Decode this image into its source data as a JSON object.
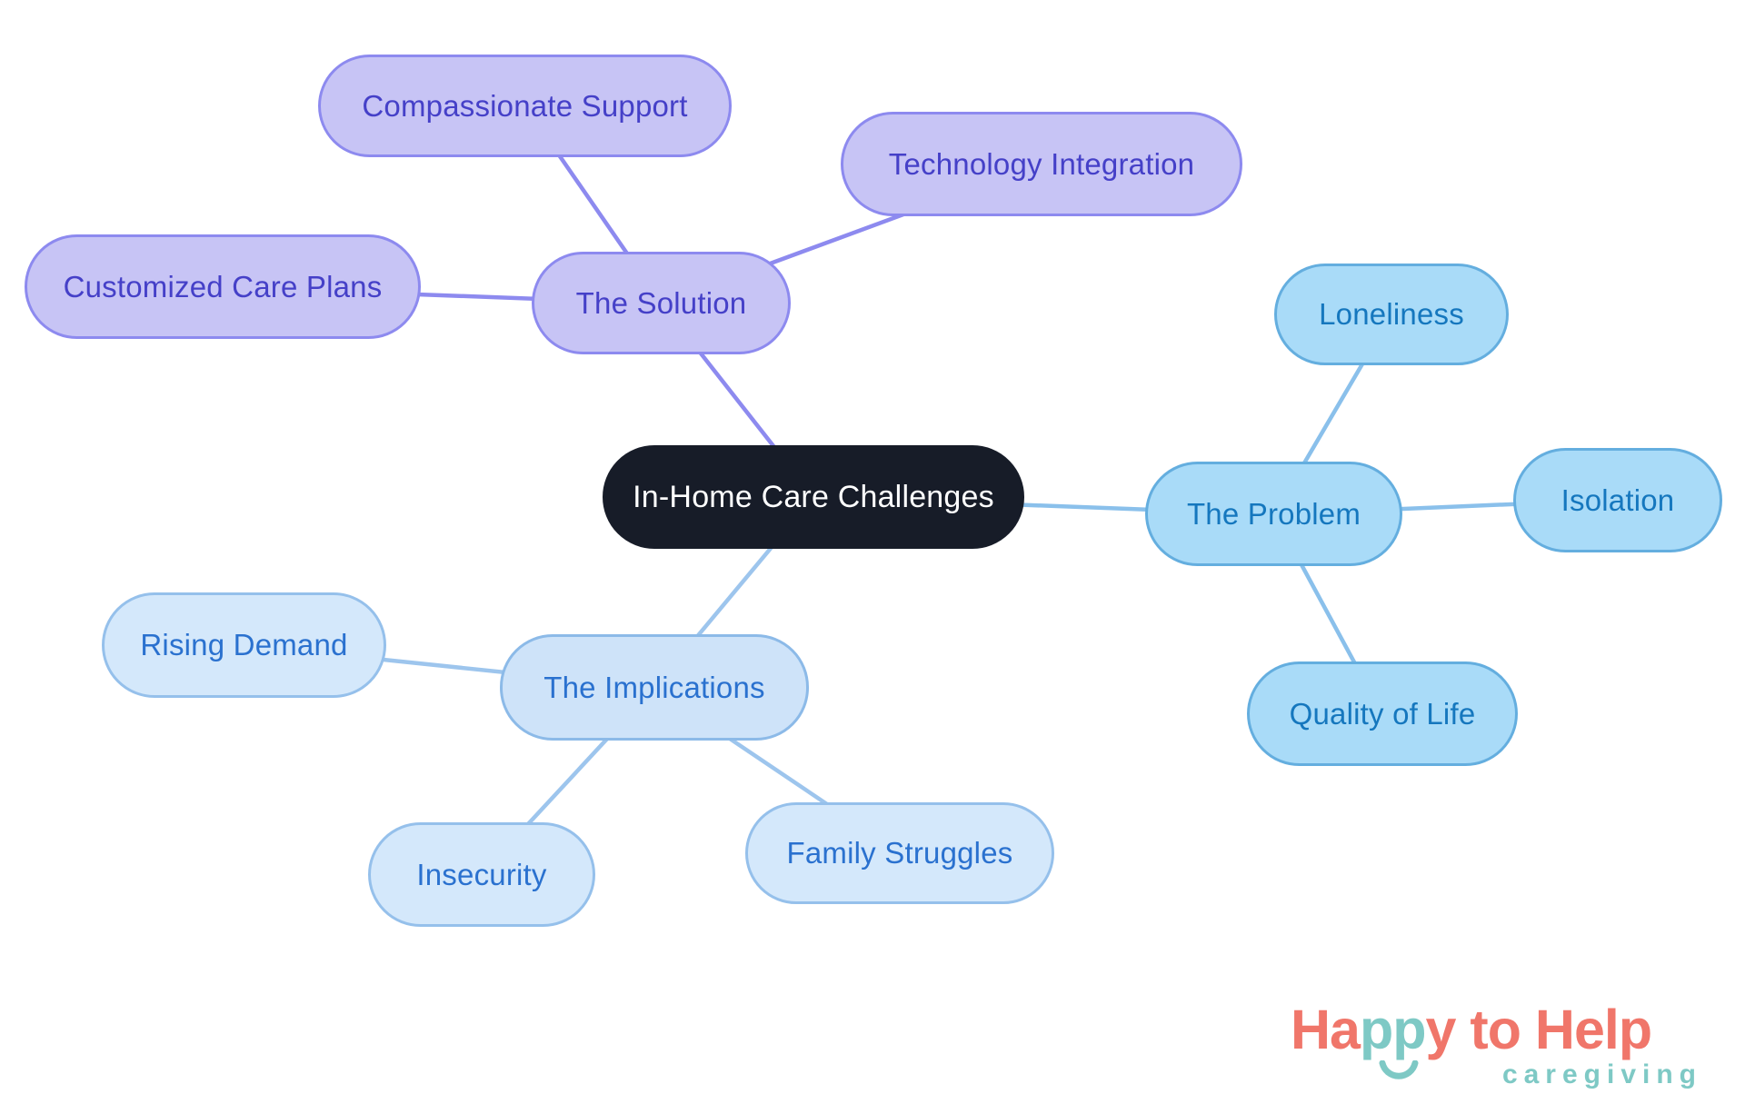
{
  "diagram": {
    "type": "mindmap",
    "background_color": "#FFFFFF",
    "central": {
      "label": "In-Home Care Challenges",
      "fill": "#171C28",
      "text_color": "#FFFFFF"
    },
    "branches": [
      {
        "label": "The Solution",
        "fill": "#C7C4F5",
        "border_color": "#8D8AEF",
        "text_color": "#4540C8",
        "edge_color": "#8D8AEF",
        "children": [
          "Compassionate Support",
          "Technology Integration",
          "Customized Care Plans"
        ]
      },
      {
        "label": "The Problem",
        "fill": "#A9DBF8",
        "border_color": "#64AEDF",
        "text_color": "#1577BE",
        "edge_color": "#8AC0EB",
        "children": [
          "Loneliness",
          "Isolation",
          "Quality of Life"
        ]
      },
      {
        "label": "The Implications",
        "fill": "#CEE3F9",
        "border_color": "#8CBAE8",
        "text_color": "#2A71CF",
        "edge_color": "#9DC5ED",
        "children": [
          "Rising Demand",
          "Insecurity",
          "Family Struggles"
        ]
      }
    ],
    "logo": {
      "brand_part1": "Ha",
      "brand_part2": "pp",
      "brand_part3": "y to Help",
      "tagline": "caregiving",
      "coral_color": "#F0766A",
      "teal_color": "#7EC9C5"
    }
  }
}
